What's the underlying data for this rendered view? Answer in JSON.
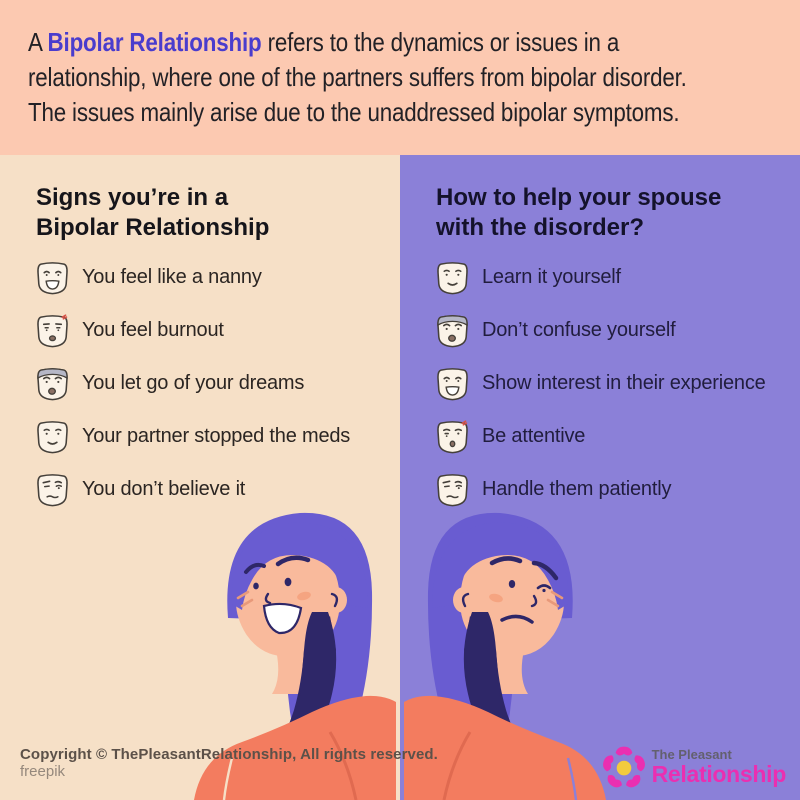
{
  "header": {
    "line1_prefix": "A ",
    "line1_highlight": "Bipolar Relationship",
    "line1_rest": " refers to the dynamics or issues in a",
    "line2": "relationship, where one of the partners suffers from bipolar disorder.",
    "line3": "The issues mainly arise due to the unaddressed bipolar symptoms."
  },
  "left_panel": {
    "title_line1": "Signs you’re in a",
    "title_line2": "Bipolar Relationship",
    "items": [
      {
        "icon": "grin-face-icon",
        "label": "You feel like a nanny"
      },
      {
        "icon": "tired-face-icon",
        "label": "You feel burnout"
      },
      {
        "icon": "worried-face-icon",
        "label": "You let go of your dreams"
      },
      {
        "icon": "calm-face-icon",
        "label": "Your partner stopped the meds"
      },
      {
        "icon": "skeptical-face-icon",
        "label": "You don’t believe it"
      }
    ]
  },
  "right_panel": {
    "title_line1": "How to help your spouse",
    "title_line2": "with the disorder?",
    "items": [
      {
        "icon": "calm-face-icon",
        "label": "Learn it yourself"
      },
      {
        "icon": "worried-face-icon",
        "label": "Don’t confuse yourself"
      },
      {
        "icon": "grin-face-icon",
        "label": "Show interest in their experience"
      },
      {
        "icon": "attentive-face-icon",
        "label": "Be attentive"
      },
      {
        "icon": "skeptical-face-icon",
        "label": "Handle them patiently"
      }
    ]
  },
  "footer": {
    "copyright": "Copyright © ThePleasantRelationship, All rights reserved.",
    "credit": "freepik",
    "logo_line1": "The Pleasant",
    "logo_line2": "Relationship"
  },
  "colors": {
    "header_bg": "#fcc9b1",
    "highlight_text": "#4a3ccd",
    "left_panel_bg": "#f6e0c7",
    "right_panel_bg": "#8b80d8",
    "hair": "#695cd1",
    "hair_dark": "#2e2768",
    "skin": "#f9ba9c",
    "shirt": "#f37c5f",
    "logo_pink": "#ea2fb1",
    "logo_yellow": "#f2cb3d"
  }
}
